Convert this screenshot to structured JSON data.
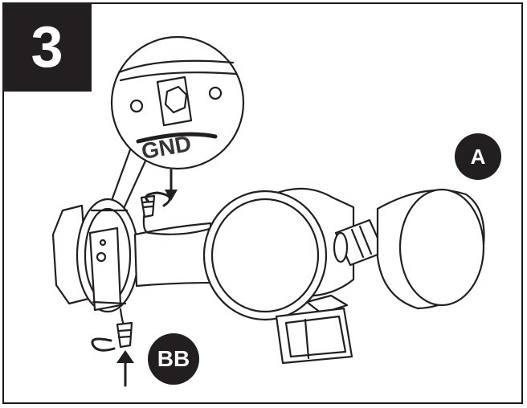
{
  "step": {
    "number": "3"
  },
  "callouts": {
    "a": "A",
    "bb": "BB"
  },
  "zoom": {
    "stamp_text": "GND"
  },
  "colors": {
    "ink": "#231f20",
    "paper": "#ffffff"
  },
  "icons": [
    "down-arrow-icon",
    "up-arrow-icon",
    "twist-arrow-icon"
  ]
}
